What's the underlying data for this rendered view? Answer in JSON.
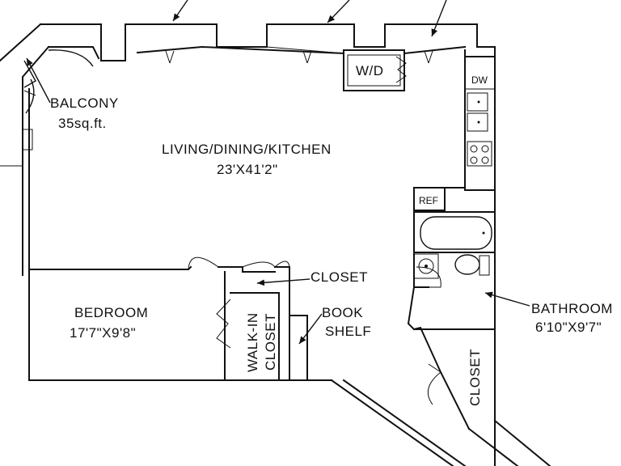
{
  "rooms": {
    "balcony": {
      "name": "BALCONY",
      "size": "35sq.ft."
    },
    "living": {
      "name": "LIVING/DINING/KITCHEN",
      "size": "23'X41'2\""
    },
    "bedroom": {
      "name": "BEDROOM",
      "size": "17'7\"X9'8\""
    },
    "bathroom": {
      "name": "BATHROOM",
      "size": "6'10\"X9'7\""
    },
    "closet_top": {
      "name": "CLOSET"
    },
    "walkin": {
      "line1": "WALK-IN",
      "line2": "CLOSET"
    },
    "bookshelf": {
      "line1": "BOOK",
      "line2": "SHELF"
    },
    "closet_right": {
      "name": "CLOSET"
    }
  },
  "appliances": {
    "washer_dryer": "W/D",
    "dishwasher": "DW",
    "refrigerator": "REF"
  }
}
